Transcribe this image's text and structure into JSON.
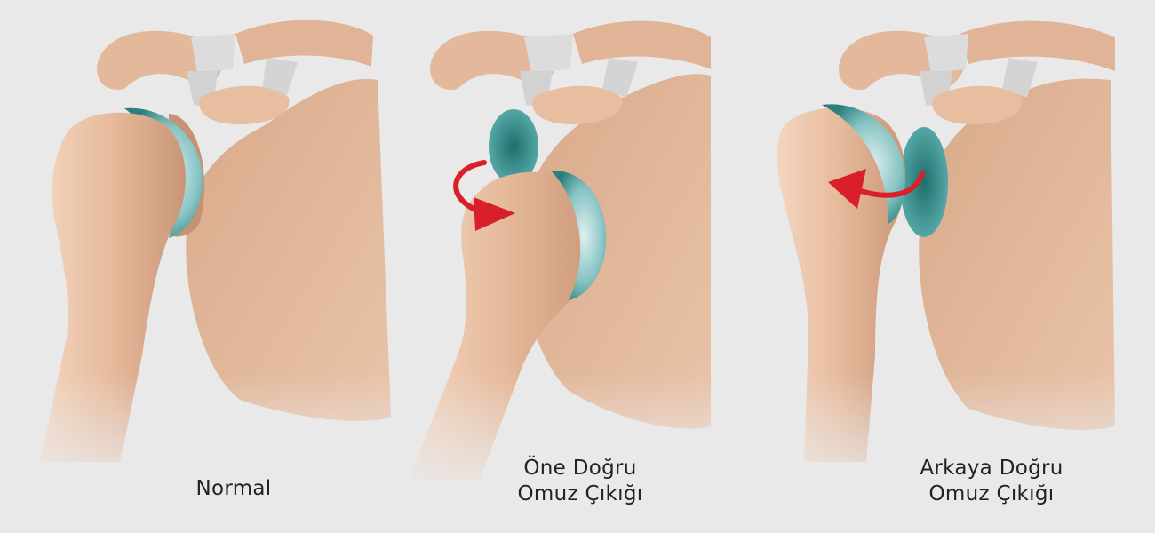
{
  "panels": [
    {
      "id": "normal",
      "caption_lines": [
        "Normal"
      ]
    },
    {
      "id": "anterior",
      "caption_lines": [
        "Öne Doğru",
        "Omuz Çıkığı"
      ]
    },
    {
      "id": "posterior",
      "caption_lines": [
        "Arkaya Doğru",
        "Omuz Çıkığı"
      ]
    }
  ],
  "colors": {
    "background": "#e9e9ea",
    "bone": "#e6b99b",
    "bone_dark": "#c99677",
    "bone_light": "#f3d6bf",
    "cartilage": "#4fa9a8",
    "cartilage_dark": "#1f6e6d",
    "ligament": "#e2e2e2",
    "arrow": "#d9202a"
  }
}
